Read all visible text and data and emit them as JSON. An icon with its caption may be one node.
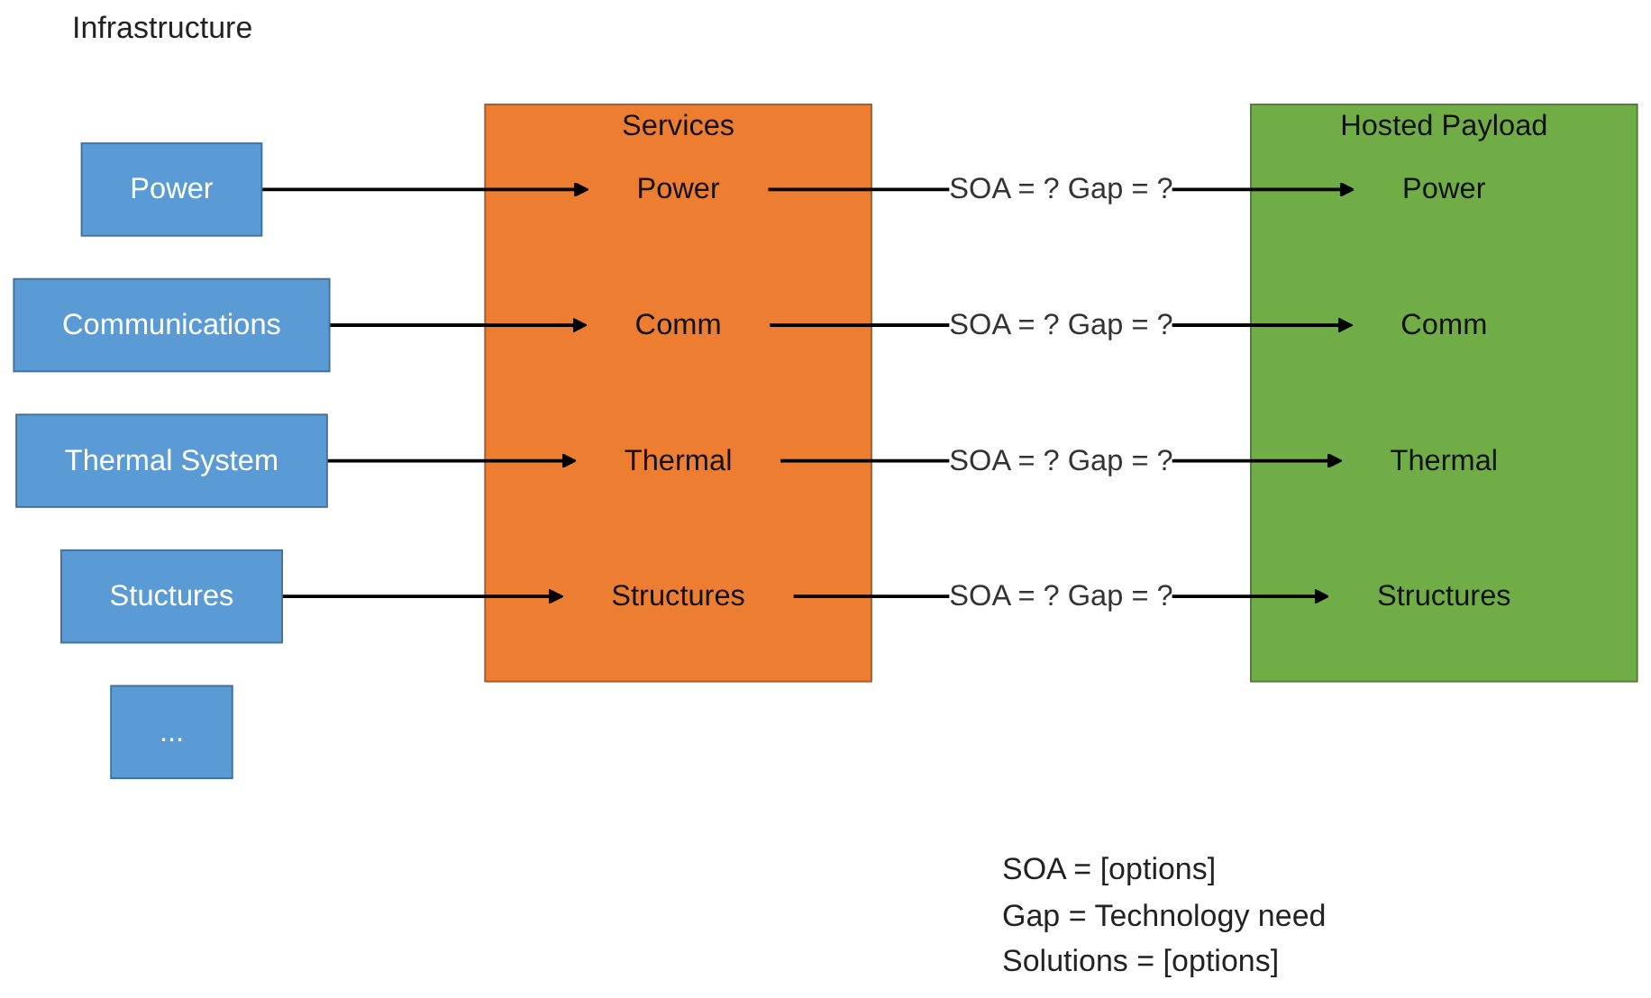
{
  "diagram": {
    "nodes": [
      {
        "text": [
          "Power"
        ]
      },
      {
        "text": [
          "Communications"
        ]
      },
      {
        "text": [
          "Thermal System"
        ]
      },
      {
        "text": [
          "Stuctures"
        ]
      },
      {
        "text": [
          "..."
        ]
      },
      {
        "text": [
          "Services"
        ]
      },
      {
        "text": [
          "Power"
        ],
        "in": 5
      },
      {
        "text": [
          "Comm"
        ],
        "in": 5
      },
      {
        "text": [
          "Thermal"
        ],
        "in": 5
      },
      {
        "text": [
          "Structures"
        ],
        "in": 5
      },
      {
        "text": [
          "Hosted Payload"
        ]
      },
      {
        "text": [
          "Power"
        ],
        "in": 10
      },
      {
        "text": [
          "Comm"
        ],
        "in": 10
      },
      {
        "text": [
          "Thermal"
        ],
        "in": 10
      },
      {
        "text": [
          "Structures"
        ],
        "in": 10
      }
    ],
    "edges": [
      {
        "from": 0,
        "to": 6,
        "arrow": "to"
      },
      {
        "from": 1,
        "to": 7,
        "arrow": "to"
      },
      {
        "from": 2,
        "to": 8,
        "arrow": "to"
      },
      {
        "from": 3,
        "to": 9,
        "arrow": "to"
      },
      {
        "from": 6,
        "to": 11,
        "arrow": "to",
        "label": "SOA = ? Gap = ?"
      },
      {
        "from": 7,
        "to": 12,
        "arrow": "to",
        "label": "SOA = ? Gap = ?"
      },
      {
        "from": 8,
        "to": 13,
        "arrow": "to",
        "label": "SOA = ? Gap = ?"
      },
      {
        "from": 9,
        "to": 14,
        "arrow": "to",
        "label": "SOA = ? Gap = ?"
      }
    ],
    "labels": [
      "Infrastructure",
      "SOA = [options]",
      "Gap = Technology need",
      "Solutions = [options]"
    ]
  }
}
